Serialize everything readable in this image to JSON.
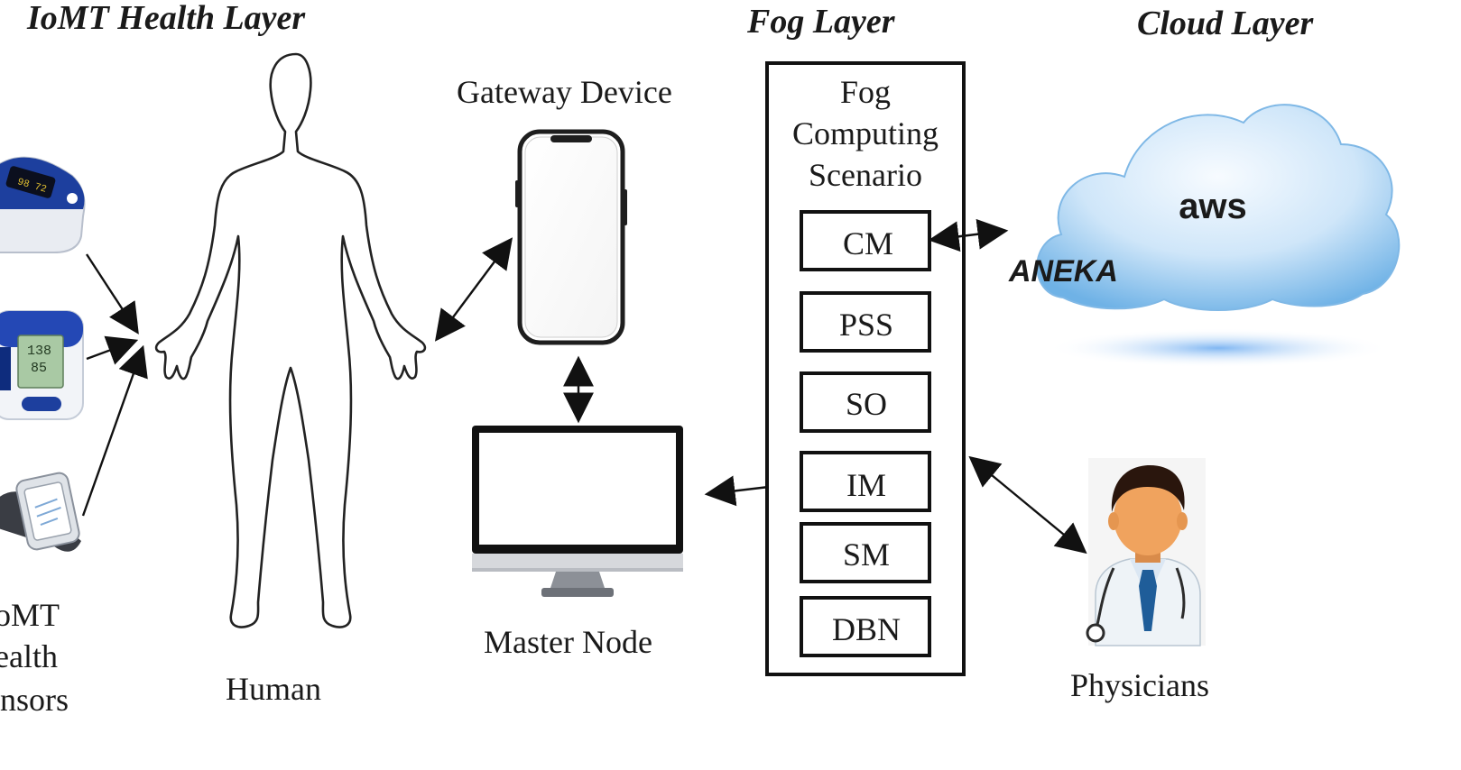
{
  "layers": {
    "iomt": "IoMT Health Layer",
    "fog": "Fog Layer",
    "cloud": "Cloud Layer"
  },
  "nodes": {
    "gateway": "Gateway Device",
    "master": "Master Node",
    "human": "Human",
    "physicians": "Physicians",
    "sensors": [
      "IoMT",
      "Health",
      "Sensors"
    ],
    "cloud_provider": "aws",
    "cloud_platform": "ANEKA",
    "fog_title": [
      "Fog",
      "Computing",
      "Scenario"
    ]
  },
  "fog_modules": [
    "CM",
    "PSS",
    "SO",
    "IM",
    "SM",
    "DBN"
  ],
  "sensor_devices": [
    "pulse-oximeter",
    "blood-pressure-monitor",
    "wearable-band"
  ],
  "colors": {
    "cloud_light": "#eaf4fd",
    "cloud_mid": "#b9dcf6",
    "cloud_dark": "#5aa6e3",
    "device_blue": "#1d3f9e",
    "skin": "#f0a35e",
    "hair": "#2a160d",
    "coat": "#eef3f7",
    "tie": "#1f5d99"
  }
}
